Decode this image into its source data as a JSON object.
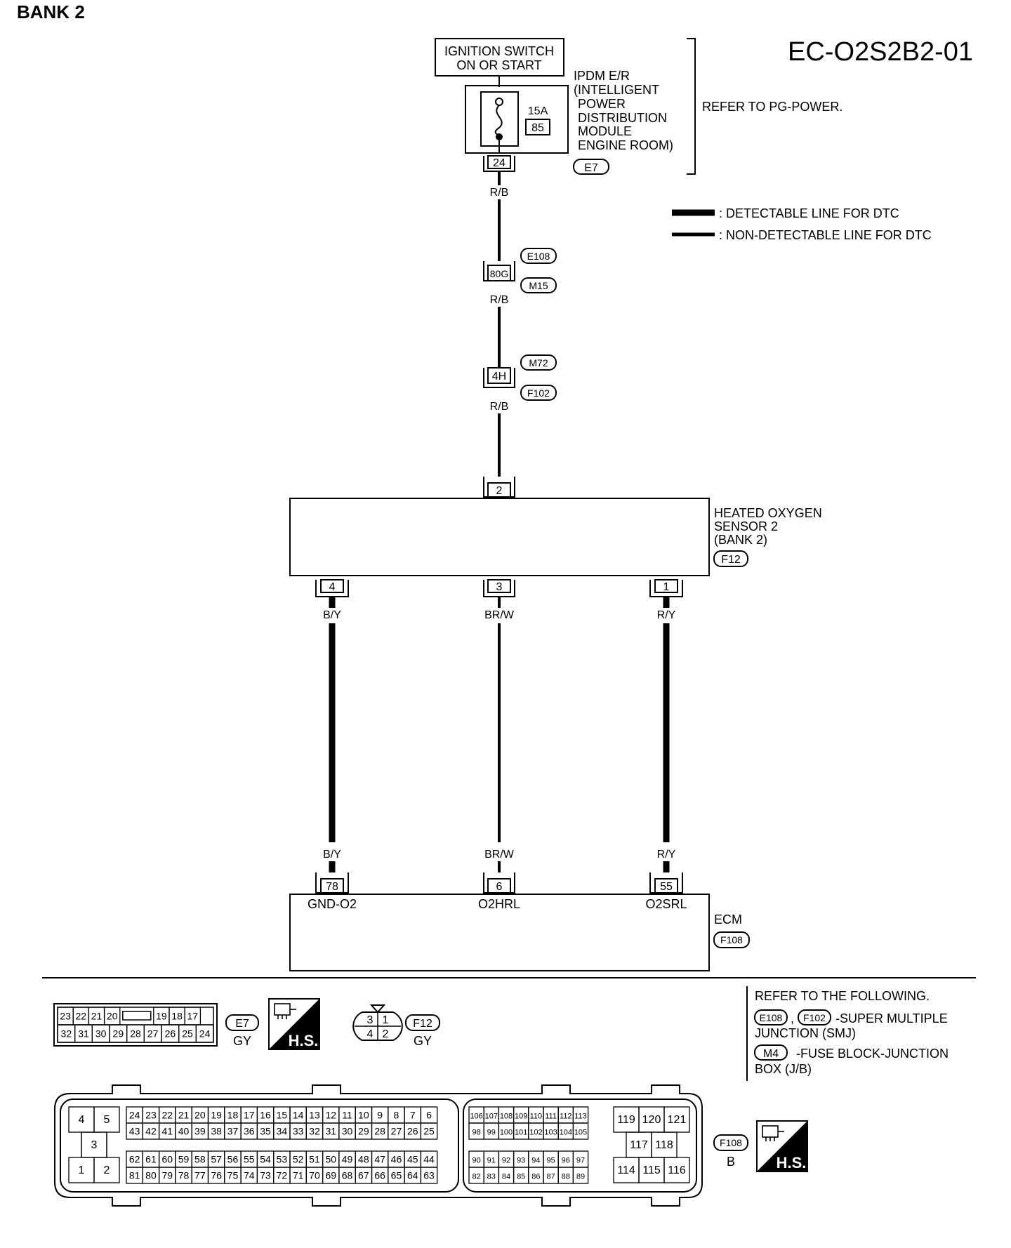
{
  "header": {
    "bank_title": "BANK 2",
    "diagram_code": "EC-O2S2B2-01"
  },
  "ignition": {
    "line1": "IGNITION SWITCH",
    "line2": "ON OR START"
  },
  "ipdm": {
    "label": [
      "IPDM E/R",
      "(INTELLIGENT",
      "POWER",
      "DISTRIBUTION",
      "MODULE",
      "ENGINE ROOM)"
    ],
    "fuse_amp": "15A",
    "fuse_no": "85",
    "terminal": "24",
    "connector": "E7",
    "refer": "REFER TO PG-POWER."
  },
  "legend": {
    "detectable": ": DETECTABLE LINE FOR DTC",
    "non_detectable": ": NON-DETECTABLE LINE FOR DTC"
  },
  "wiring": {
    "wire_top": "R/B",
    "jc1": {
      "pin": "80G",
      "conn_top": "E108",
      "conn_bottom": "M15",
      "wire": "R/B"
    },
    "jc2": {
      "pin": "4H",
      "conn_top": "M72",
      "conn_bottom": "F102",
      "wire": "R/B"
    }
  },
  "sensor": {
    "label": [
      "HEATED OXYGEN",
      "SENSOR 2",
      "(BANK 2)"
    ],
    "connector": "F12",
    "pin_top": "2",
    "pins": [
      "4",
      "3",
      "1"
    ],
    "wires": [
      "B/Y",
      "BR/W",
      "R/Y"
    ]
  },
  "ecm": {
    "label": "ECM",
    "connector": "F108",
    "pins": [
      "78",
      "6",
      "55"
    ],
    "wires": [
      "B/Y",
      "BR/W",
      "R/Y"
    ],
    "terms": [
      "GND-O2",
      "O2HRL",
      "O2SRL"
    ]
  },
  "connectors": {
    "e7": {
      "name": "E7",
      "color": "GY",
      "row1": [
        "23",
        "22",
        "21",
        "20",
        "",
        "19",
        "18",
        "17"
      ],
      "row2": [
        "32",
        "31",
        "30",
        "29",
        "28",
        "27",
        "26",
        "25",
        "24"
      ]
    },
    "f12": {
      "name": "F12",
      "color": "GY",
      "pins": [
        "3",
        "1",
        "4",
        "2"
      ]
    },
    "hs": "H.S.",
    "f108": {
      "name": "F108",
      "color": "B",
      "left_pins": [
        "4",
        "5",
        "3",
        "1",
        "2"
      ],
      "blockA_r1": [
        "24",
        "23",
        "22",
        "21",
        "20",
        "19",
        "18",
        "17",
        "16",
        "15",
        "14",
        "13",
        "12",
        "11",
        "10",
        "9",
        "8",
        "7",
        "6"
      ],
      "blockA_r2": [
        "43",
        "42",
        "41",
        "40",
        "39",
        "38",
        "37",
        "36",
        "35",
        "34",
        "33",
        "32",
        "31",
        "30",
        "29",
        "28",
        "27",
        "26",
        "25"
      ],
      "blockA_r3": [
        "62",
        "61",
        "60",
        "59",
        "58",
        "57",
        "56",
        "55",
        "54",
        "53",
        "52",
        "51",
        "50",
        "49",
        "48",
        "47",
        "46",
        "45",
        "44"
      ],
      "blockA_r4": [
        "81",
        "80",
        "79",
        "78",
        "77",
        "76",
        "75",
        "74",
        "73",
        "72",
        "71",
        "70",
        "69",
        "68",
        "67",
        "66",
        "65",
        "64",
        "63"
      ],
      "blockB_r1": [
        "106",
        "107",
        "108",
        "109",
        "110",
        "111",
        "112",
        "113"
      ],
      "blockB_r2": [
        "98",
        "99",
        "100",
        "101",
        "102",
        "103",
        "104",
        "105"
      ],
      "blockB_r3": [
        "90",
        "91",
        "92",
        "93",
        "94",
        "95",
        "96",
        "97"
      ],
      "blockB_r4": [
        "82",
        "83",
        "84",
        "85",
        "86",
        "87",
        "88",
        "89"
      ],
      "blockC_r1": [
        "119",
        "120",
        "121"
      ],
      "blockC_r2": [
        "117",
        "118"
      ],
      "blockC_r3": [
        "114",
        "115",
        "116"
      ]
    }
  },
  "refer": {
    "line1": "REFER TO THE FOLLOWING.",
    "smj_conn1": "E108",
    "smj_sep": ",",
    "smj_conn2": "F102",
    "smj_text1": "-SUPER MULTIPLE",
    "smj_text2": "JUNCTION (SMJ)",
    "jb_conn": "M4",
    "jb_text1": "-FUSE BLOCK-JUNCTION",
    "jb_text2": "BOX (J/B)"
  }
}
